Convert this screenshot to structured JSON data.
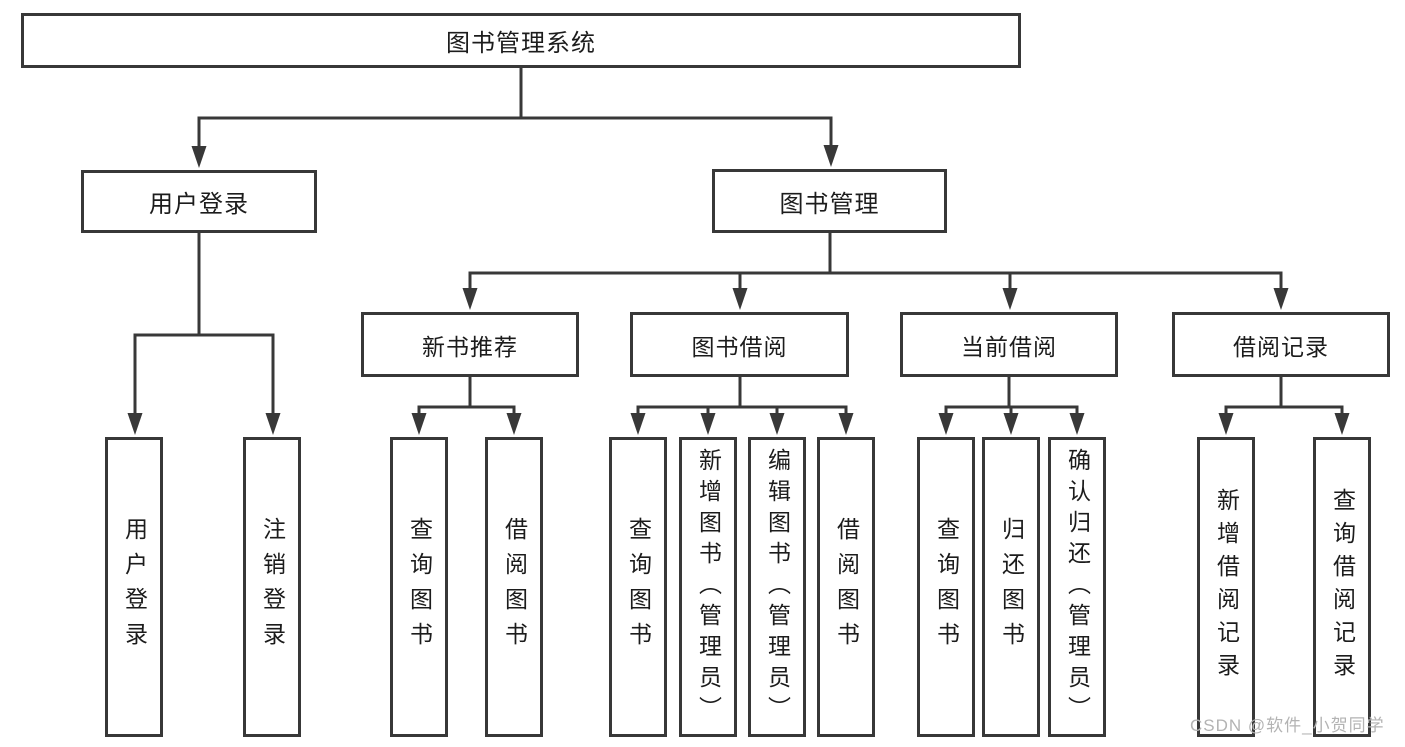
{
  "diagram_title": "图书管理系统",
  "nodes": {
    "root": {
      "label": "图书管理系统"
    },
    "user_login": {
      "label": "用户登录"
    },
    "book_mgmt": {
      "label": "图书管理"
    },
    "new_book_rec": {
      "label": "新书推荐"
    },
    "book_borrow": {
      "label": "图书借阅"
    },
    "current_borrow": {
      "label": "当前借阅"
    },
    "borrow_record": {
      "label": "借阅记录"
    }
  },
  "leaf_groups": {
    "user_login": [
      "用户登录",
      "注销登录"
    ],
    "new_book_rec": [
      "查询图书",
      "借阅图书"
    ],
    "book_borrow": [
      "查询图书",
      "新增图书（管理员）",
      "编辑图书（管理员）",
      "借阅图书"
    ],
    "current_borrow": [
      "查询图书",
      "归还图书",
      "确认归还（管理员）"
    ],
    "borrow_record": [
      "新增借阅记录",
      "查询借阅记录"
    ]
  },
  "watermark": {
    "text": "CSDN @软件_小贺同学"
  },
  "colors": {
    "line": "#383838",
    "text": "#1c1c1c",
    "background": "#ffffff",
    "watermark": "#b3b3b3"
  }
}
